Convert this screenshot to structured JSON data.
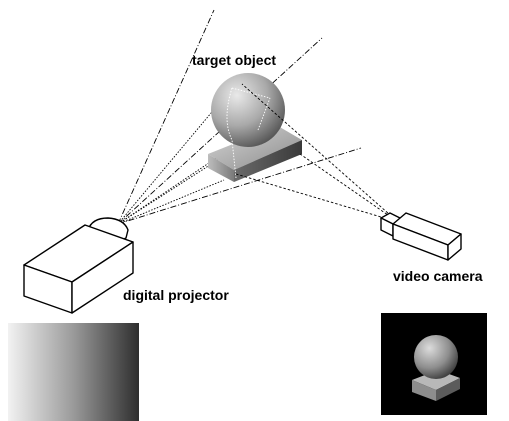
{
  "labels": {
    "target": "target object",
    "projector": "digital projector",
    "camera": "video camera"
  },
  "colors": {
    "background": "#ffffff",
    "line": "#000000",
    "camera_view_background": "#000000"
  }
}
